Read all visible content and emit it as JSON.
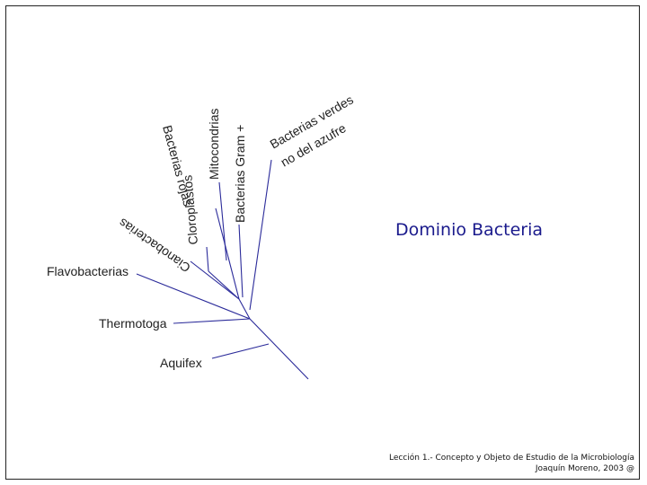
{
  "diagram": {
    "title": "Dominio Bacteria",
    "labels": {
      "aquifex": "Aquifex",
      "thermotoga": "Thermotoga",
      "flavobacterias": "Flavobacterias",
      "cianobacterias": "Cianobacterias",
      "cloroplastos": "Cloroplastos",
      "bacterias_rojas": "Bacterias rojas",
      "mitocondrias": "Mitocondrias",
      "gram_positivas": "Bacterias Gram +",
      "verdes_line1": "Bacterias verdes",
      "verdes_line2": "no del azufre"
    }
  },
  "footer": {
    "line1": "Lección 1.- Concepto y Objeto de Estudio de la Microbiología",
    "line2": "Joaquín Moreno, 2003 @"
  }
}
